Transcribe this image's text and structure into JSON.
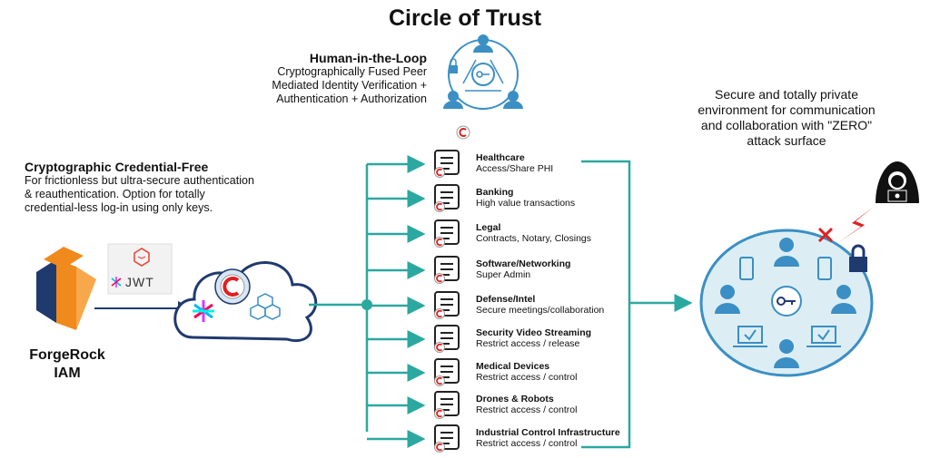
{
  "title": "Circle of Trust",
  "human_loop": {
    "heading": "Human-in-the-Loop",
    "lines": [
      "Cryptographically Fused Peer",
      "Mediated Identity Verification +",
      "Authentication + Authorization"
    ]
  },
  "credential": {
    "heading": "Cryptographic Credential-Free",
    "lines": [
      "For frictionless but ultra-secure authentication",
      "& reauthentication.  Option for totally",
      "credential-less log-in using only keys."
    ]
  },
  "forgerock": {
    "line1": "ForgeRock",
    "line2": "IAM"
  },
  "jwt_label": "JWT",
  "secure_env": {
    "lines": [
      "Secure and totally private",
      "environment for communication",
      "and collaboration with \"ZERO\"",
      "attack surface"
    ]
  },
  "colors": {
    "teal": "#2ba8a0",
    "navy": "#1f3a6e",
    "blue_icon": "#3b8fc4",
    "orange": "#f08a1c",
    "red": "#e02020"
  },
  "items": [
    {
      "title": "Healthcare",
      "sub": "Access/Share PHI",
      "icon": "medical-record-icon"
    },
    {
      "title": "Banking",
      "sub": "High value transactions",
      "icon": "bank-icon"
    },
    {
      "title": "Legal",
      "sub": "Contracts, Notary, Closings",
      "icon": "legal-document-icon"
    },
    {
      "title": "Software/Networking",
      "sub": "Super Admin",
      "icon": "admin-gears-icon"
    },
    {
      "title": "Defense/Intel",
      "sub": "Secure meetings/collaboration",
      "icon": "spy-icon"
    },
    {
      "title": "Security Video Streaming",
      "sub": "Restrict access / release",
      "icon": "security-camera-icon"
    },
    {
      "title": "Medical Devices",
      "sub": "Restrict access / control",
      "icon": "medical-device-icon"
    },
    {
      "title": "Drones & Robots",
      "sub": "Restrict access / control",
      "icon": "drone-robot-icon"
    },
    {
      "title": "Industrial Control Infrastructure",
      "sub": "Restrict access / control",
      "icon": "factory-icon"
    }
  ]
}
